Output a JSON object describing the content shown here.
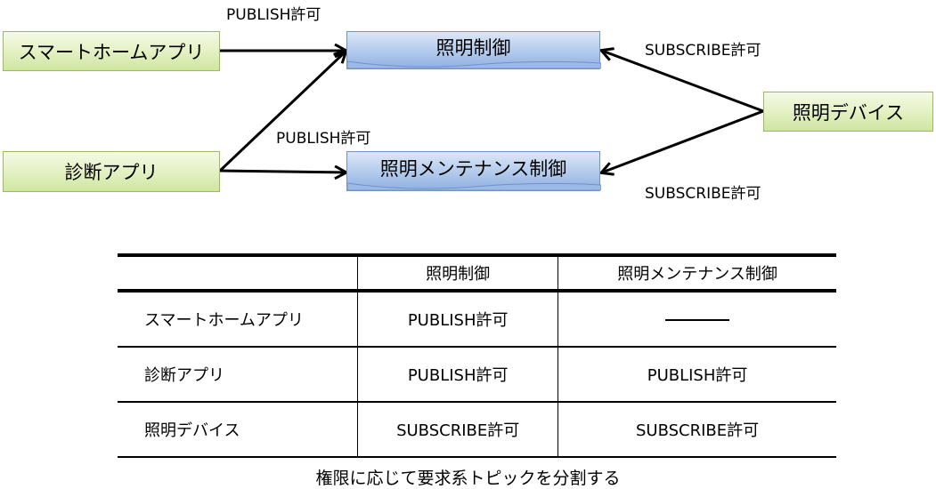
{
  "diagram": {
    "nodes": {
      "smart_home_app": "スマートホームアプリ",
      "diagnosis_app": "診断アプリ",
      "lighting_control": "照明制御",
      "lighting_maintenance": "照明メンテナンス制御",
      "lighting_device": "照明デバイス"
    },
    "edge_labels": {
      "publish_top": "PUBLISH許可",
      "publish_mid": "PUBLISH許可",
      "subscribe_top": "SUBSCRIBE許可",
      "subscribe_bottom": "SUBSCRIBE許可"
    }
  },
  "table": {
    "headers": [
      "",
      "照明制御",
      "照明メンテナンス制御"
    ],
    "rows": [
      {
        "name": "スマートホームアプリ",
        "cells": [
          "PUBLISH許可",
          ""
        ]
      },
      {
        "name": "診断アプリ",
        "cells": [
          "PUBLISH許可",
          "PUBLISH許可"
        ]
      },
      {
        "name": "照明デバイス",
        "cells": [
          "SUBSCRIBE許可",
          "SUBSCRIBE許可"
        ]
      }
    ]
  },
  "caption": "権限に応じて要求系トピックを分割する",
  "colors": {
    "app_fill": "#e6f2c8",
    "app_border": "#9bbb59",
    "topic_fill": "#b9cfee",
    "topic_border": "#7094c8"
  }
}
